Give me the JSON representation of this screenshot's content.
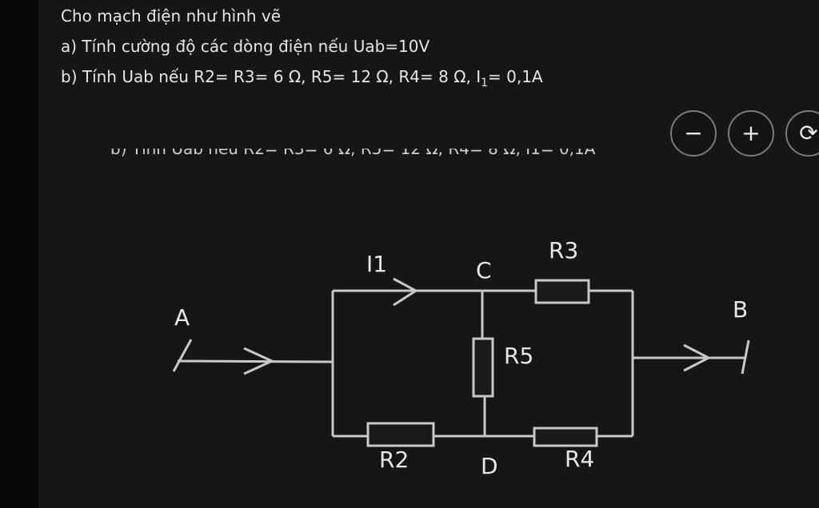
{
  "question": {
    "intro": "Cho mạch điện như hình vẽ",
    "part_a": "a) Tính cường độ các dòng điện nếu Uab=10V",
    "part_b_main": "b) Tính Uab nếu R2= R3= 6 Ω, R5= 12 Ω, R4= 8 Ω, I",
    "part_b_sub": "1",
    "part_b_end": "= 0,1A"
  },
  "ghost_text": "b) Tính Uab nếu R2= R3= 6 Ω, R5= 12 Ω, R4= 8 Ω, I1= 0,1A",
  "zoom_controls": {
    "minus": "−",
    "plus": "+",
    "reset": "⟳",
    "minus_icon": "minus-icon",
    "plus_icon": "plus-icon",
    "reset_icon": "refresh-icon"
  },
  "circuit": {
    "label_a": "A",
    "label_b": "B",
    "label_c": "C",
    "label_d": "D",
    "label_i1": "I1",
    "label_r2": "R2",
    "label_r3": "R3",
    "label_r4": "R4",
    "label_r5": "R5"
  }
}
